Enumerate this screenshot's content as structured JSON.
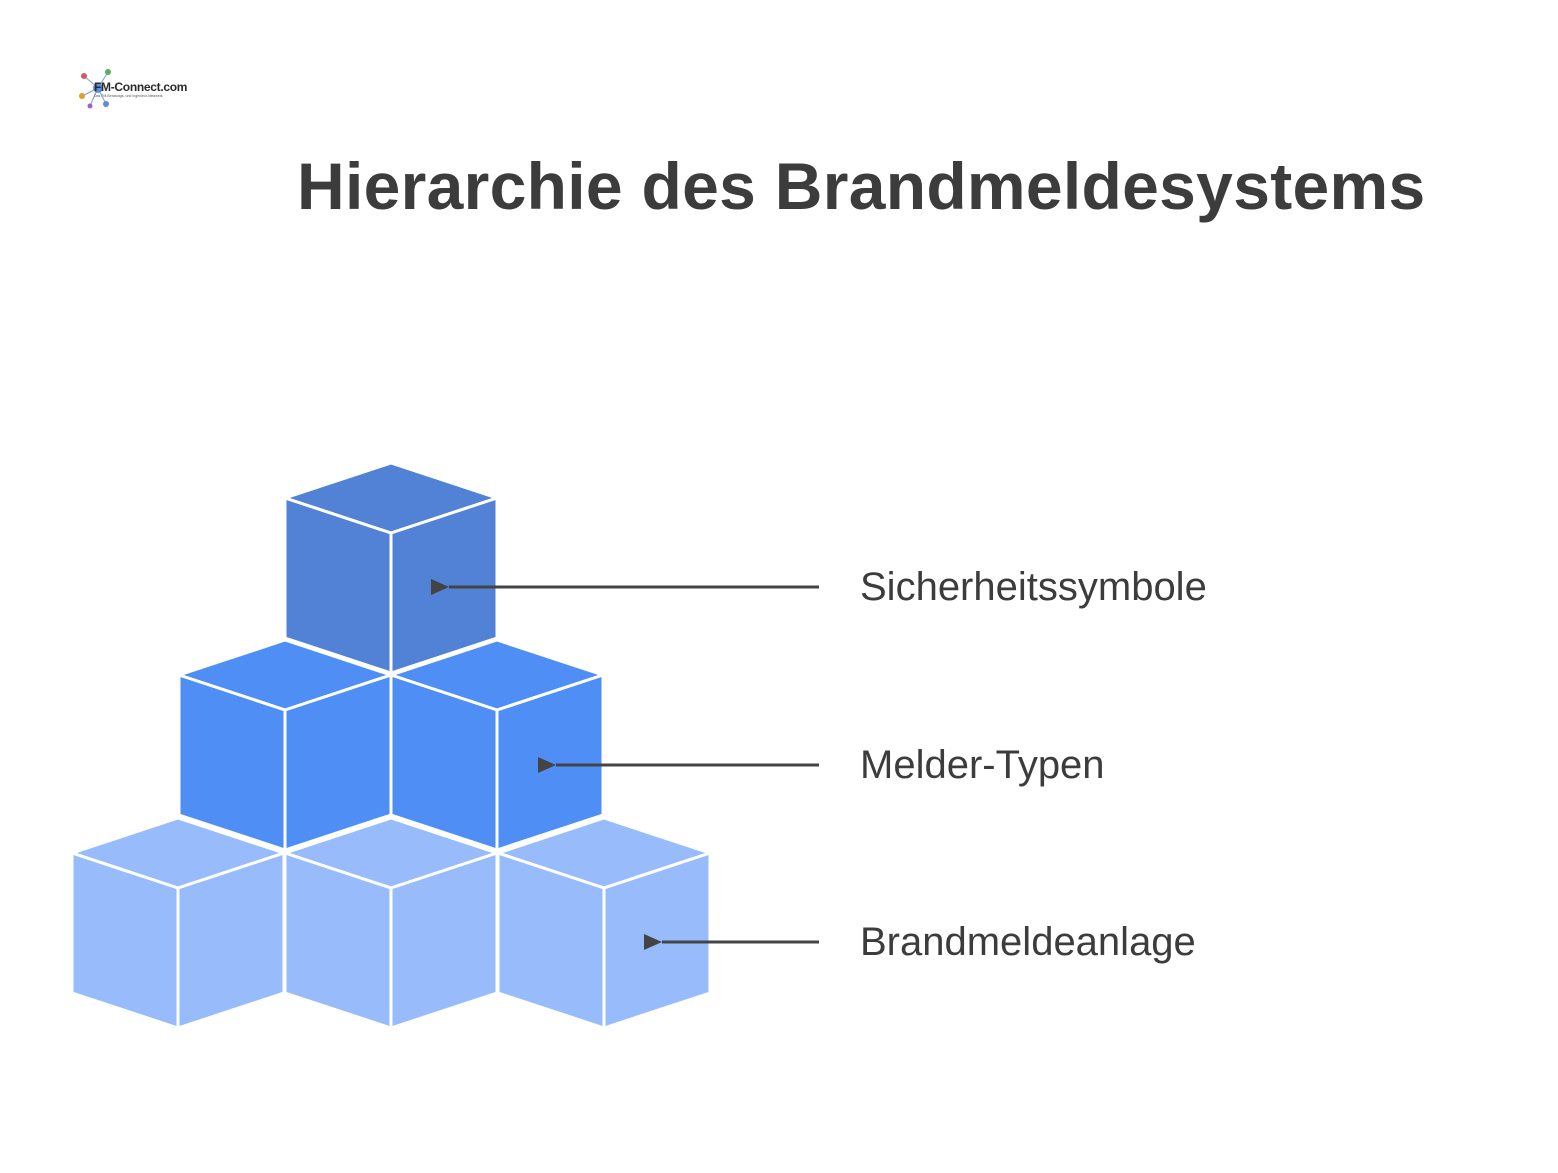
{
  "logo": {
    "name": "FM-Connect.com",
    "tagline": "Das FM-Beratungs- und Ingenieur-Netzwerk"
  },
  "title": "Hierarchie des Brandmeldesystems",
  "levels": [
    {
      "label": "Sicherheitssymbole",
      "color": "#5182d5"
    },
    {
      "label": "Melder-Typen",
      "color": "#4e8ef5"
    },
    {
      "label": "Brandmeldeanlage",
      "color": "#98bcfb"
    }
  ],
  "colors": {
    "title": "#3c3c3c",
    "arrow": "#444444",
    "edge": "#ffffff"
  }
}
